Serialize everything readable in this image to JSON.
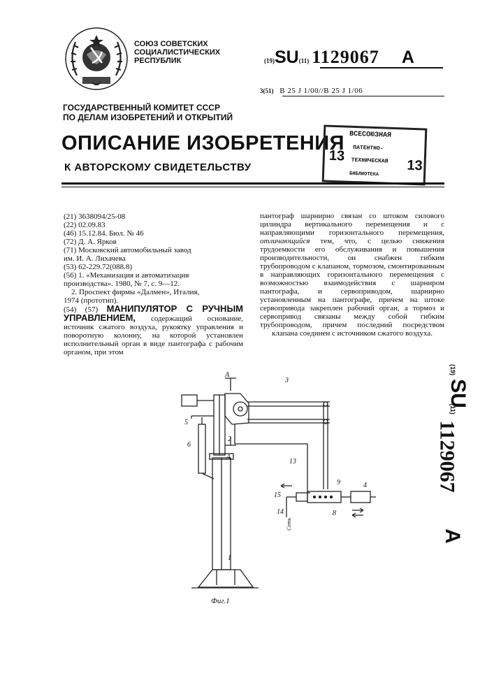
{
  "header": {
    "org_lines": [
      "СОЮЗ СОВЕТСКИХ",
      "СОЦИАЛИСТИЧЕСКИХ",
      "РЕСПУБЛИК"
    ],
    "committee_lines": [
      "ГОСУДАРСТВЕННЫЙ КОМИТЕТ СССР",
      "ПО ДЕЛАМ ИЗОБРЕТЕНИЙ И ОТКРЫТИЙ"
    ],
    "code19": "(19)",
    "country": "SU",
    "code11": "(11)",
    "number": "1129067",
    "kind": "A",
    "ipc_code": "3(51)",
    "ipc_value": "B 25 J 1/00//B 25 J 1/06"
  },
  "title": "ОПИСАНИЕ ИЗОБРЕТЕНИЯ",
  "subtitle": "К АВТОРСКОМУ СВИДЕТЕЛЬСТВУ",
  "stamp": {
    "numbers": [
      "13",
      "13"
    ],
    "lines": [
      "ВСЕСОЮЗНАЯ",
      "ПАТЕНТНО-",
      "ТЕХНИЧЕСКАЯ",
      "БИБЛИОТЕКА"
    ]
  },
  "biblio": [
    "(21)  3638094/25-08",
    "(22)  02.09.83",
    "(46)  15.12.84. Бюл. № 46",
    "(72)  Д. А. Ярков",
    "(71)  Московский автомобильный завод",
    "им. И. А. Лихачева",
    "(53)  62-229.72(088.8)",
    "(56)  1. «Механизация и автоматизация",
    "производства». 1980, № 7, с. 9—12.",
    "    2. Проспект фирмы «Далмен», Италия,",
    "1974 (прототип)."
  ],
  "claim": {
    "heading_prefix": "(54) (57) ",
    "heading": "МАНИПУЛЯТОР С РУЧНЫМ УПРАВЛЕНИЕМ,",
    "left_text": "содержащий основание, источник сжатого воздуха, рукоятку управления и поворотную колонну, на которой установлен исполнительный орган в виде пантографа с рабочим органом, при этом",
    "right_text_1": "пантограф шарнирно связан со штоком силового цилиндра вертикального перемещения и с направляющими горизонтального перемещения,",
    "distinguishing": "отличающийся",
    "right_text_2": "тем, что, с целью снижения трудоемкости его обслуживания и повышения производительности, он снабжен гибким трубопроводом с клапаном, тормозом, смонтированным в направляющих горизонтального перемещения с возможностью взаимодействия с шарниром пантографа, и сервоприводом, шарнирно установленным на пантографе, причем на штоке сервопривода закреплен рабочий орган, а тормоз и сервопривод связаны между собой гибким трубопроводом, причем последний посредством клапана соединен с источником сжатого воздуха."
  },
  "figure": {
    "caption": "Фиг.1",
    "labels": {
      "n1": "1",
      "n2": "2",
      "n3": "3",
      "n4": "4",
      "n5": "5",
      "n6": "6",
      "n8": "8",
      "n9": "9",
      "n13": "13",
      "n14": "14",
      "n15": "15",
      "section": "A",
      "network": "Сеть"
    }
  },
  "vertical": {
    "code19": "(19)",
    "country": "SU",
    "code11": "(11)",
    "number": "1129067",
    "kind": "A"
  }
}
